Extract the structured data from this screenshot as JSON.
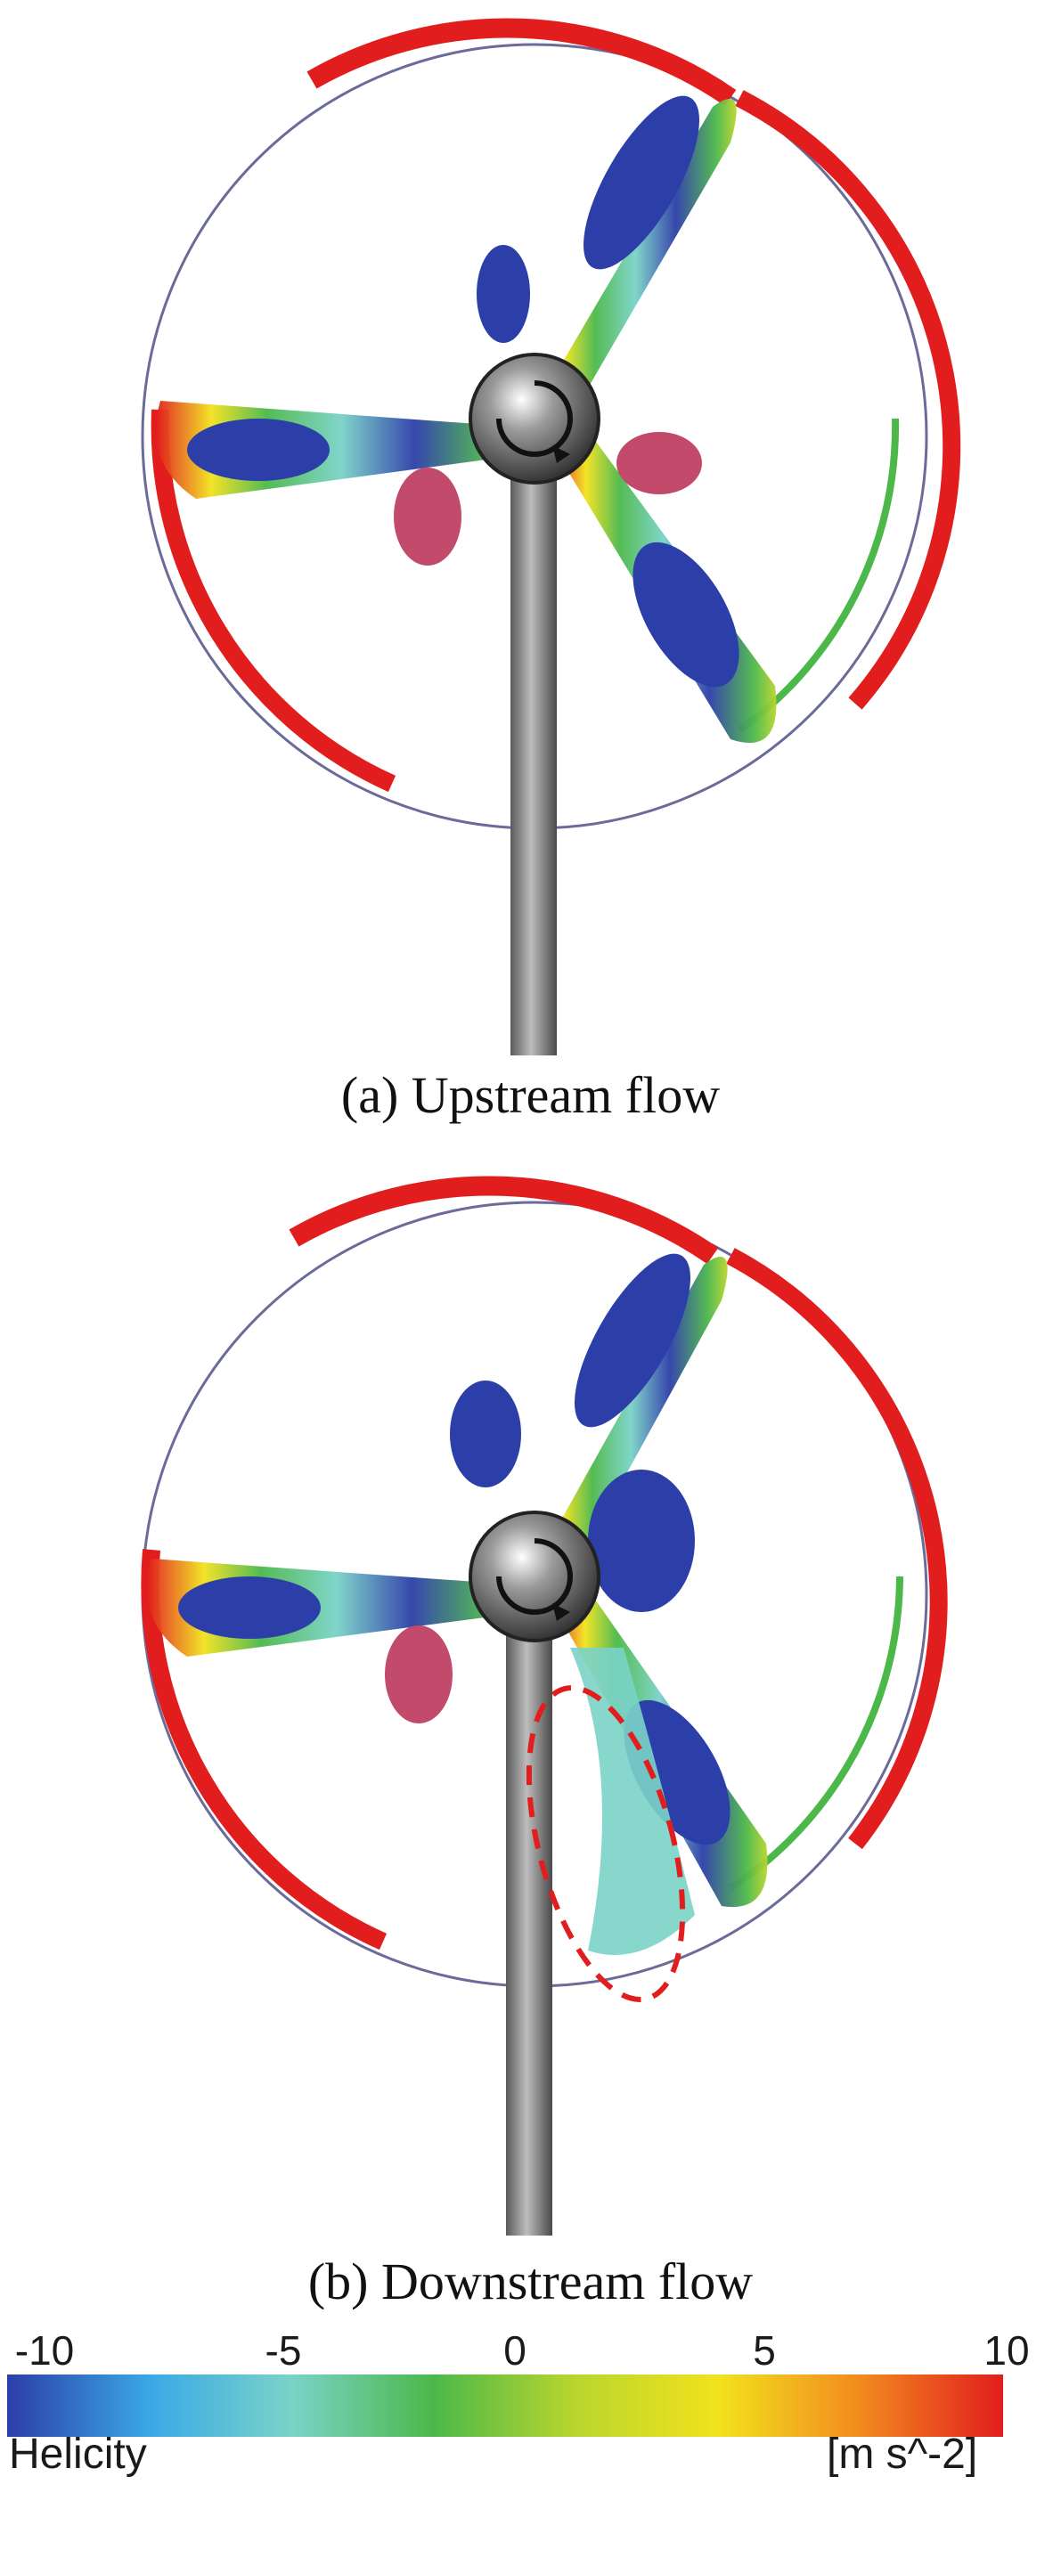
{
  "panels": [
    {
      "id": "a",
      "caption": "(a) Upstream flow"
    },
    {
      "id": "b",
      "caption": "(b) Downstream flow"
    }
  ],
  "colorbar": {
    "label": "Helicity",
    "unit": "[m s^-2]",
    "ticks": [
      "-10",
      "-5",
      "0",
      "5",
      "10"
    ],
    "min": -10,
    "max": 10,
    "colors": [
      "#2c3ea8",
      "#3aa8e6",
      "#7ad3c8",
      "#4cb84a",
      "#b9d62d",
      "#f2e21d",
      "#f28a1e",
      "#e11d1d"
    ]
  }
}
